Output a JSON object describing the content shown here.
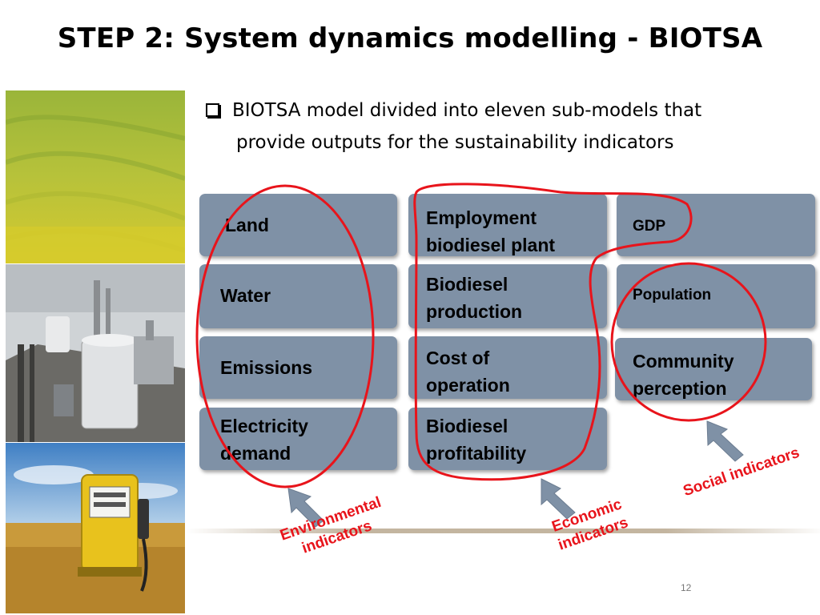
{
  "title": "STEP 2: System dynamics modelling - BIOTSA",
  "bullet": {
    "line1": "BIOTSA model divided into eleven sub-models that",
    "line2": "provide outputs for the sustainability indicators"
  },
  "submodels": {
    "col1": [
      "Land",
      "Water",
      "Emissions",
      "Electricity demand"
    ],
    "col2": [
      "Employment biodiesel plant",
      "Biodiesel production",
      "Cost of operation",
      "Biodiesel profitability"
    ],
    "col3": [
      "GDP",
      "Population",
      "Community perception"
    ]
  },
  "indicators": {
    "environmental": "Environmental indicators",
    "economic": "Economic indicators",
    "social": "Social indicators"
  },
  "slide_number": "12",
  "colors": {
    "card": "#7f91a6",
    "annotation": "#e8141b"
  }
}
